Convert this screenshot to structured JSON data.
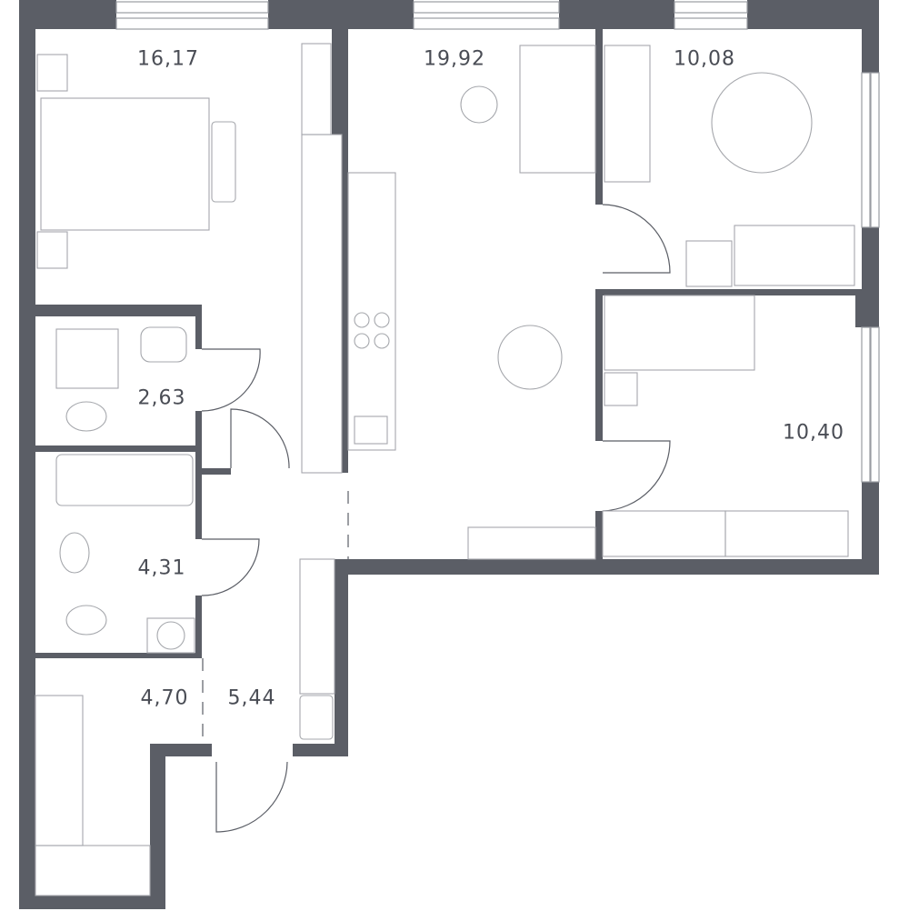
{
  "plan": {
    "wall_color": "#5b5e66",
    "rooms": [
      {
        "id": "bedroom",
        "area": "16,17"
      },
      {
        "id": "living-kitchen",
        "area": "19,92"
      },
      {
        "id": "kids-room-1",
        "area": "10,08"
      },
      {
        "id": "bathroom-small",
        "area": "2,63"
      },
      {
        "id": "kids-room-2",
        "area": "10,40"
      },
      {
        "id": "bathroom",
        "area": "4,31"
      },
      {
        "id": "storage",
        "area": "4,70"
      },
      {
        "id": "hallway",
        "area": "5,44"
      }
    ]
  }
}
